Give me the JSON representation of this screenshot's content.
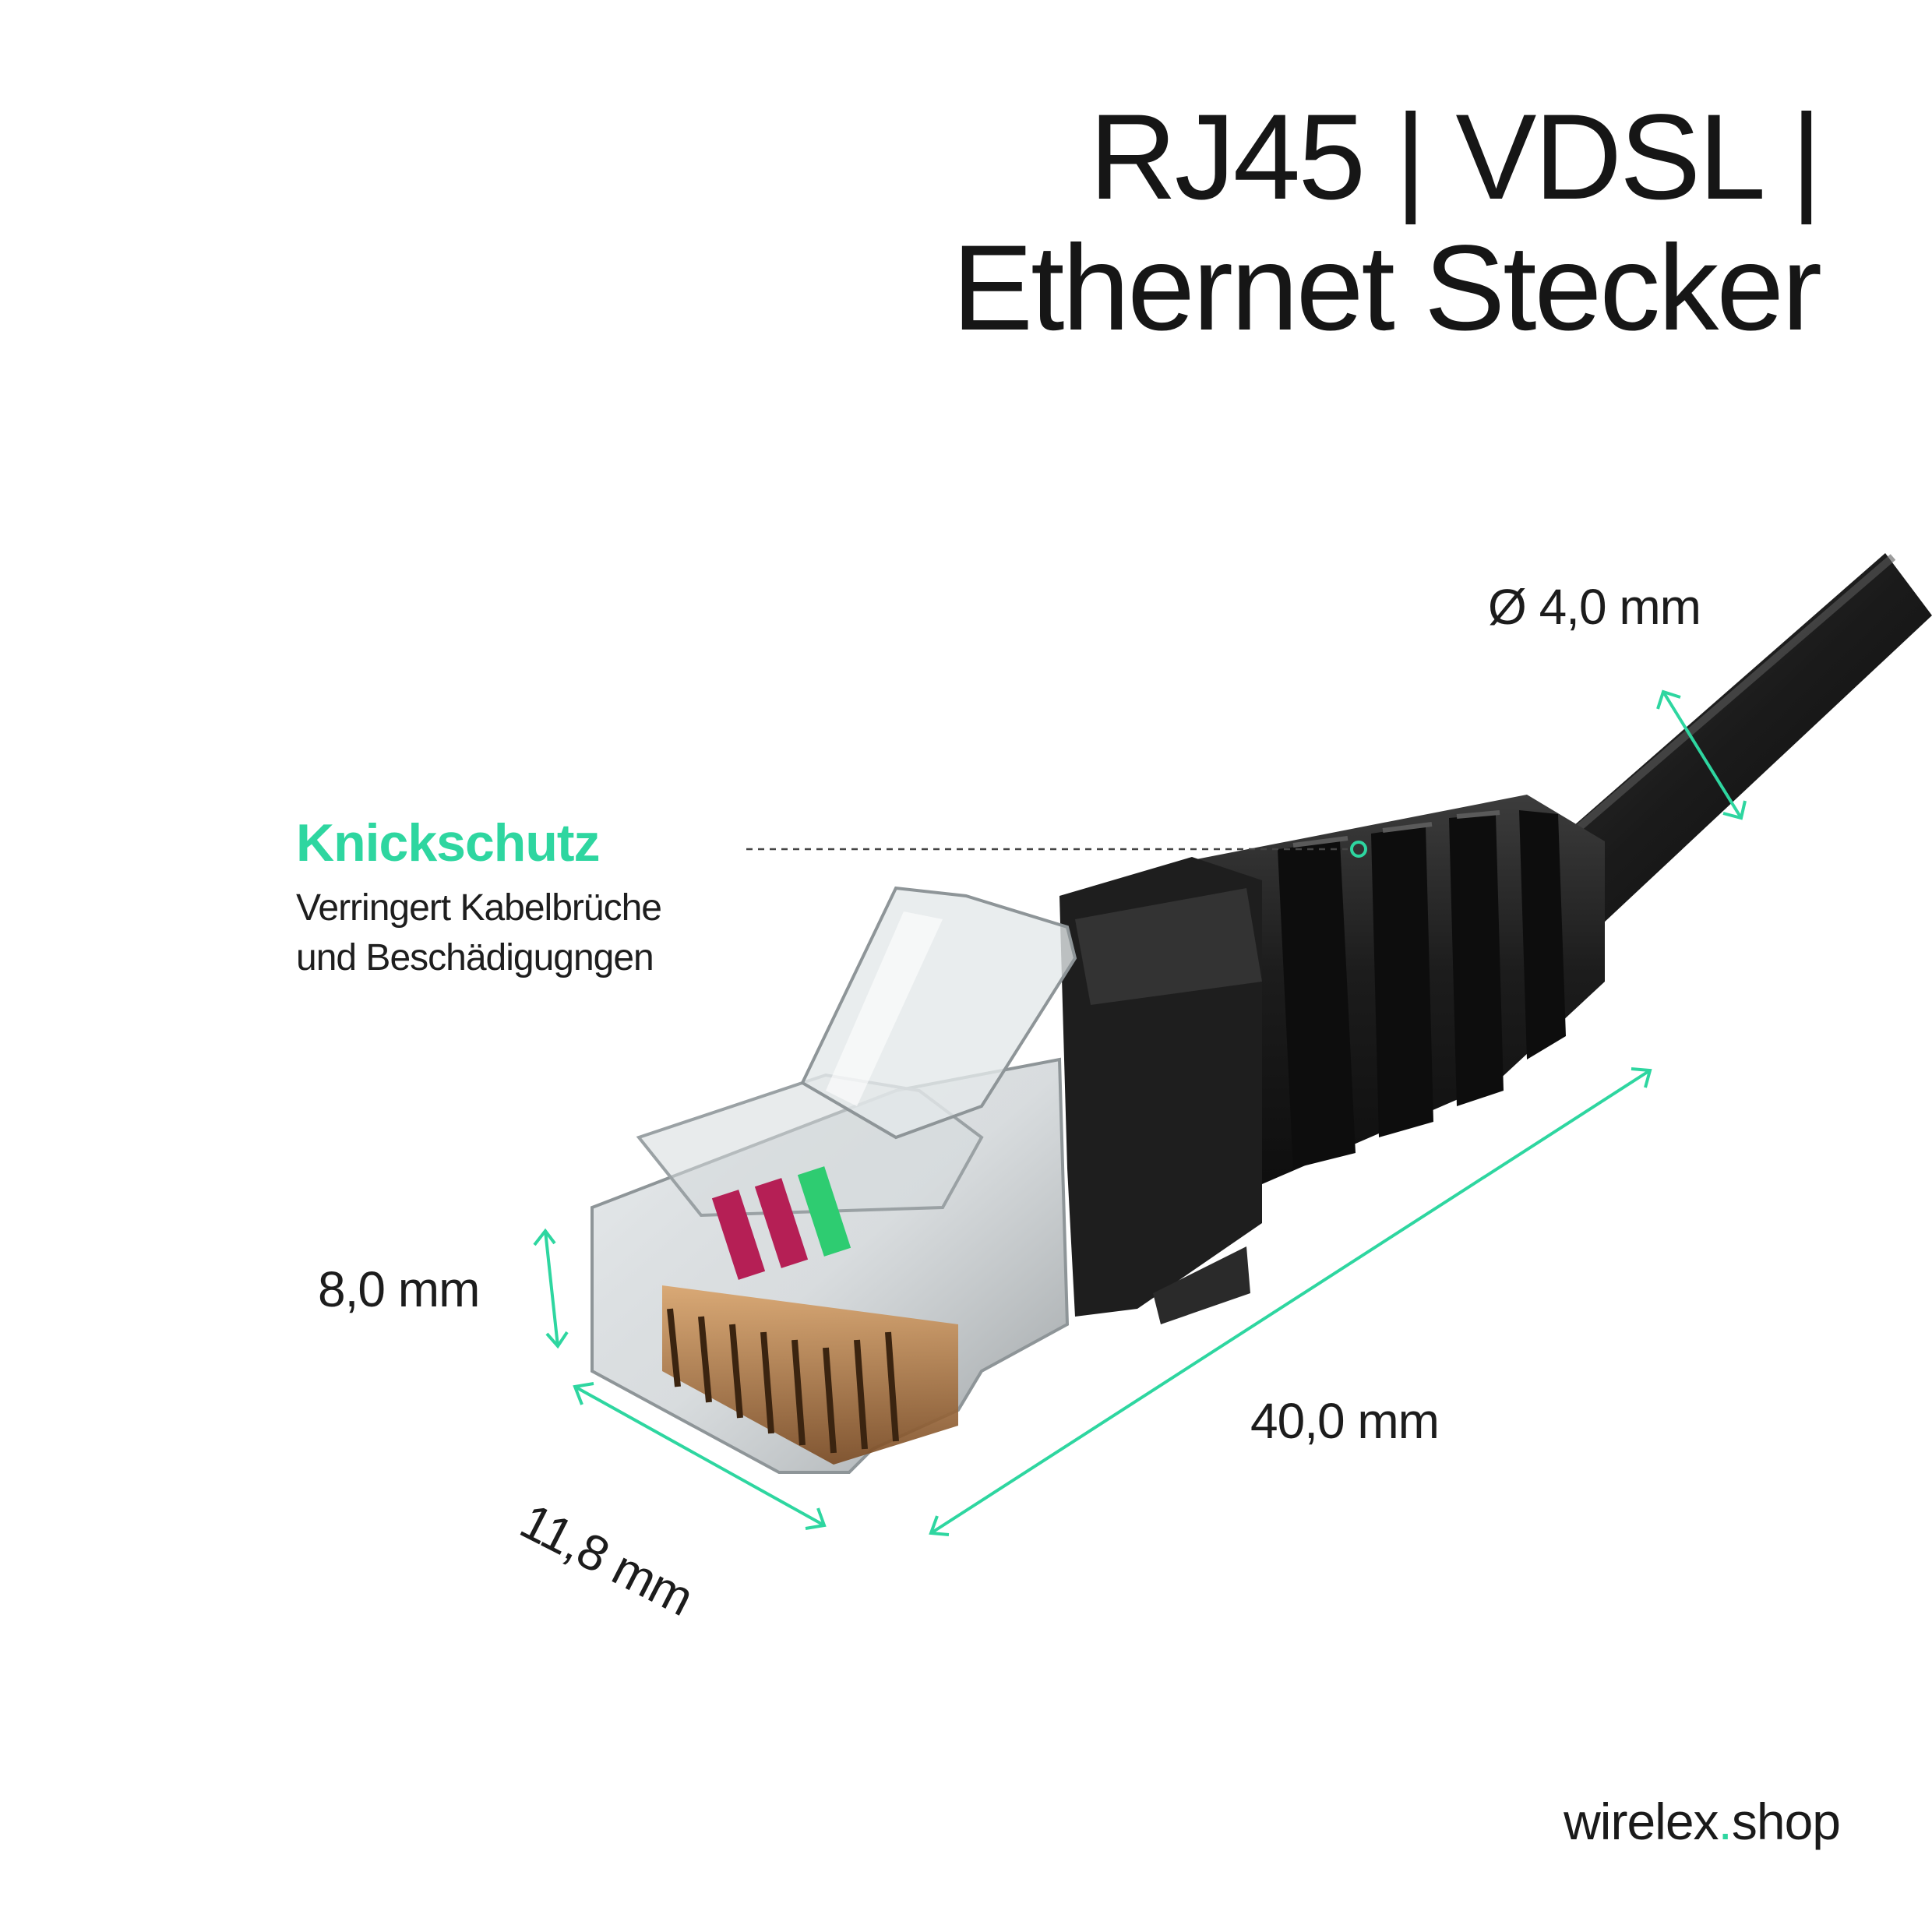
{
  "title": {
    "line1": "RJ45 | VDSL |",
    "line2": "Ethernet Stecker"
  },
  "feature": {
    "title": "Knickschutz",
    "desc_line1": "Verringert Kabelbrüche",
    "desc_line2": "und Beschädigugngen"
  },
  "dimensions": {
    "diameter": "Ø 4,0 mm",
    "height": "8,0 mm",
    "width": "11,8 mm",
    "length": "40,0 mm"
  },
  "brand": {
    "name": "wirelex",
    "dot": ".",
    "tld": "shop"
  },
  "colors": {
    "accent": "#2ed6a0",
    "text": "#1a1a1a",
    "cable": "#1c1c1c",
    "background": "#ffffff"
  }
}
